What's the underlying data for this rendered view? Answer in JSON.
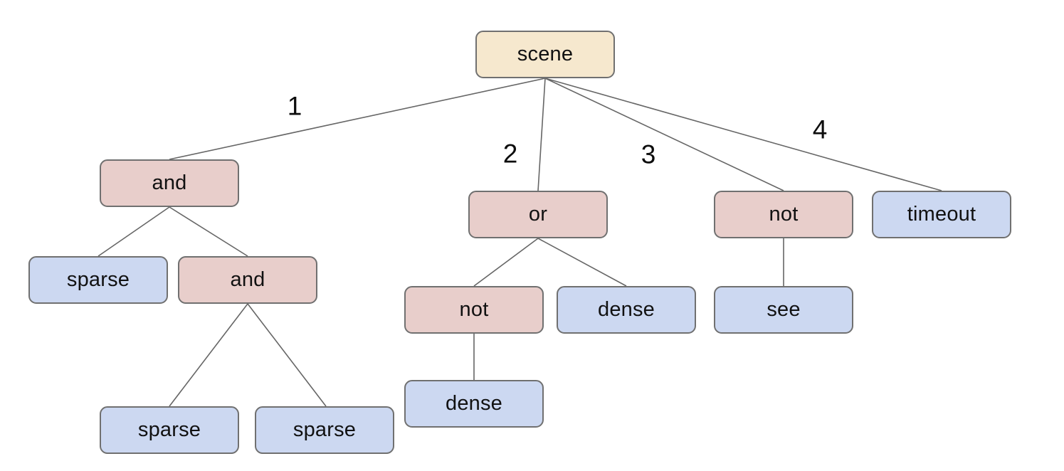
{
  "diagram": {
    "type": "tree",
    "background": "#ffffff"
  },
  "palette": {
    "root_fill": "#f6e8ce",
    "operator_fill": "#e8cecb",
    "leaf_fill": "#ccd8f1",
    "node_border": "#707070",
    "edge_line": "#666666",
    "text": "#111111"
  },
  "nodes": [
    {
      "label": "scene",
      "role": "root"
    },
    {
      "label": "and",
      "role": "operator"
    },
    {
      "label": "or",
      "role": "operator"
    },
    {
      "label": "not",
      "role": "operator"
    },
    {
      "label": "timeout",
      "role": "leaf"
    },
    {
      "label": "sparse",
      "role": "leaf"
    },
    {
      "label": "and",
      "role": "operator"
    },
    {
      "label": "not",
      "role": "operator"
    },
    {
      "label": "dense",
      "role": "leaf"
    },
    {
      "label": "see",
      "role": "leaf"
    },
    {
      "label": "dense",
      "role": "leaf"
    },
    {
      "label": "sparse",
      "role": "leaf"
    },
    {
      "label": "sparse",
      "role": "leaf"
    }
  ],
  "edges": [
    {
      "from": "scene",
      "to": "and",
      "label": "1"
    },
    {
      "from": "scene",
      "to": "or",
      "label": "2"
    },
    {
      "from": "scene",
      "to": "not",
      "label": "3"
    },
    {
      "from": "scene",
      "to": "timeout",
      "label": "4"
    },
    {
      "from": "and",
      "to": "sparse",
      "label": ""
    },
    {
      "from": "and",
      "to": "and-2",
      "label": ""
    },
    {
      "from": "and-2",
      "to": "sparse-2",
      "label": ""
    },
    {
      "from": "and-2",
      "to": "sparse-3",
      "label": ""
    },
    {
      "from": "or",
      "to": "not-2",
      "label": ""
    },
    {
      "from": "or",
      "to": "dense",
      "label": ""
    },
    {
      "from": "not-2",
      "to": "dense-2",
      "label": ""
    },
    {
      "from": "not",
      "to": "see",
      "label": ""
    }
  ]
}
